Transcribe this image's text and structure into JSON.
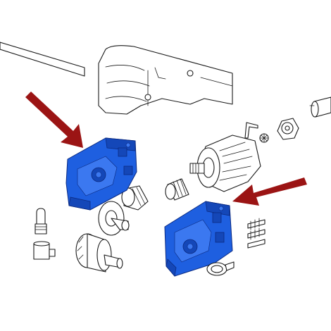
{
  "image": {
    "kind": "exploded-parts-diagram",
    "background": "#ffffff",
    "line_color": "#1a1a1a",
    "highlight_color": "#1e5fe0",
    "arrow_color": "#9b1414"
  },
  "parts": [
    {
      "id": "motor-housing-cover",
      "highlighted": false
    },
    {
      "id": "gearbox-half-left",
      "highlighted": true
    },
    {
      "id": "gearbox-half-right",
      "highlighted": true
    },
    {
      "id": "electric-motor",
      "highlighted": false
    },
    {
      "id": "drive-gear-pinion",
      "highlighted": false
    },
    {
      "id": "worm-screw",
      "highlighted": false
    },
    {
      "id": "gear-wheel",
      "highlighted": false
    },
    {
      "id": "output-shaft-gear",
      "highlighted": false
    },
    {
      "id": "bulb",
      "highlighted": false
    },
    {
      "id": "lamp-holder",
      "highlighted": false
    },
    {
      "id": "limit-switch-cam",
      "highlighted": false
    },
    {
      "id": "small-pinion",
      "highlighted": false
    },
    {
      "id": "allen-key",
      "highlighted": false
    },
    {
      "id": "dowel-pins",
      "highlighted": false
    },
    {
      "id": "spring-clip",
      "highlighted": false
    },
    {
      "id": "capacitor",
      "highlighted": false
    }
  ],
  "arrows": [
    {
      "points_to": "gearbox-half-left"
    },
    {
      "points_to": "gearbox-half-right"
    }
  ]
}
